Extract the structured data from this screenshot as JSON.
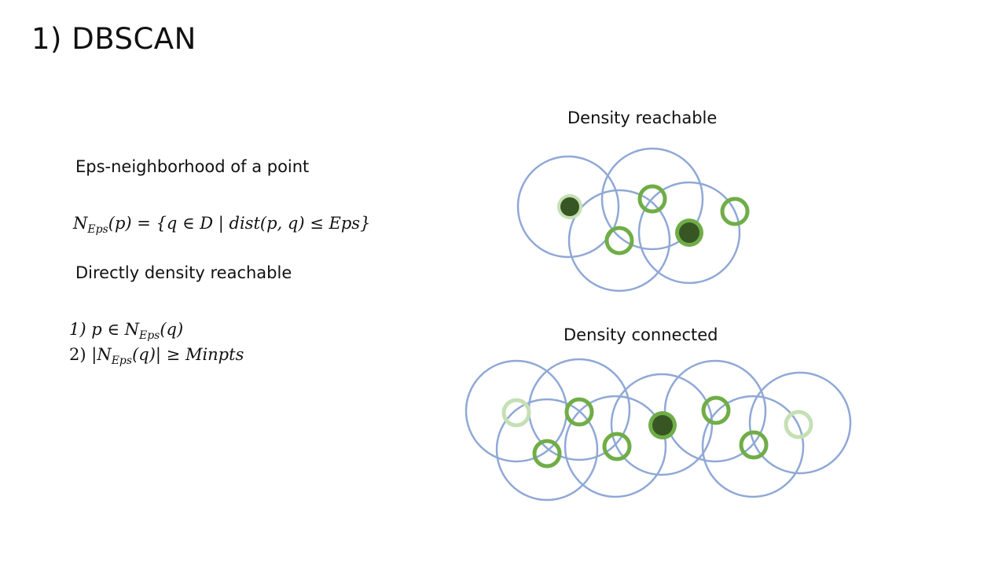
{
  "title": "1) DBSCAN",
  "left": {
    "eps_heading": "Eps-neighborhood of a point",
    "ddr_heading": "Directly density reachable"
  },
  "diagrams": {
    "reachable_caption": "Density reachable",
    "connected_caption": "Density connected"
  },
  "colors": {
    "circle_stroke": "#8FA8D6",
    "core_fill": "#375623",
    "core_ring": "#70AD47",
    "border_ring": "#70AD47",
    "start_ring": "#C5E0B4"
  }
}
